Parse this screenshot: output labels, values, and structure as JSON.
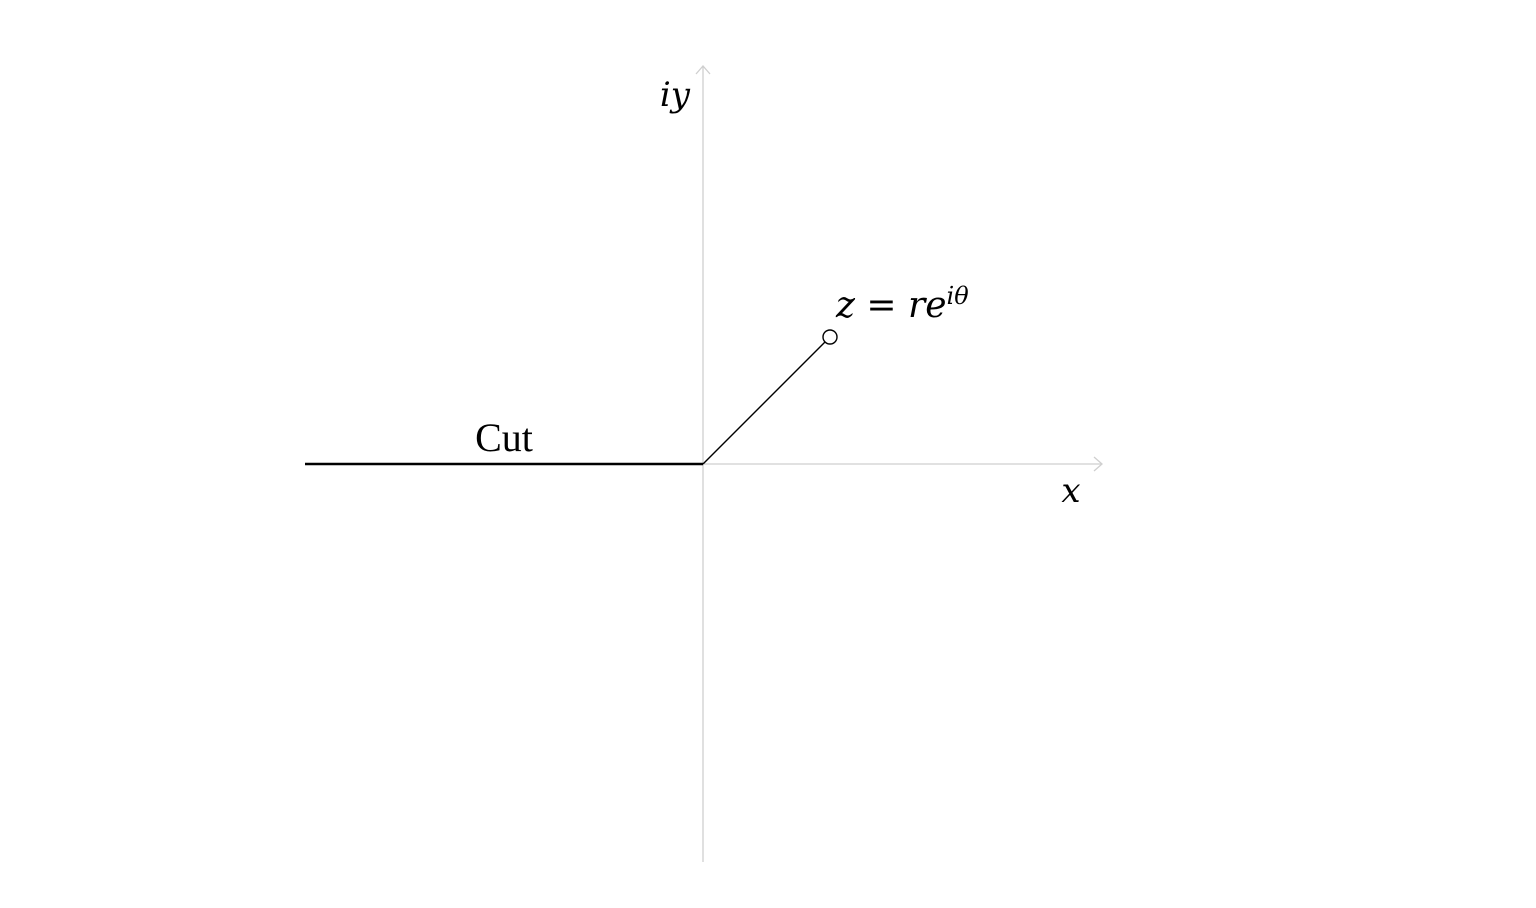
{
  "labels": {
    "y_axis": "iy",
    "x_axis": "x",
    "cut": "Cut",
    "point_base": "z = re",
    "point_exponent": "iθ"
  },
  "colors": {
    "axis": "#cfcfcf",
    "ink": "#000000",
    "background": "#ffffff"
  }
}
